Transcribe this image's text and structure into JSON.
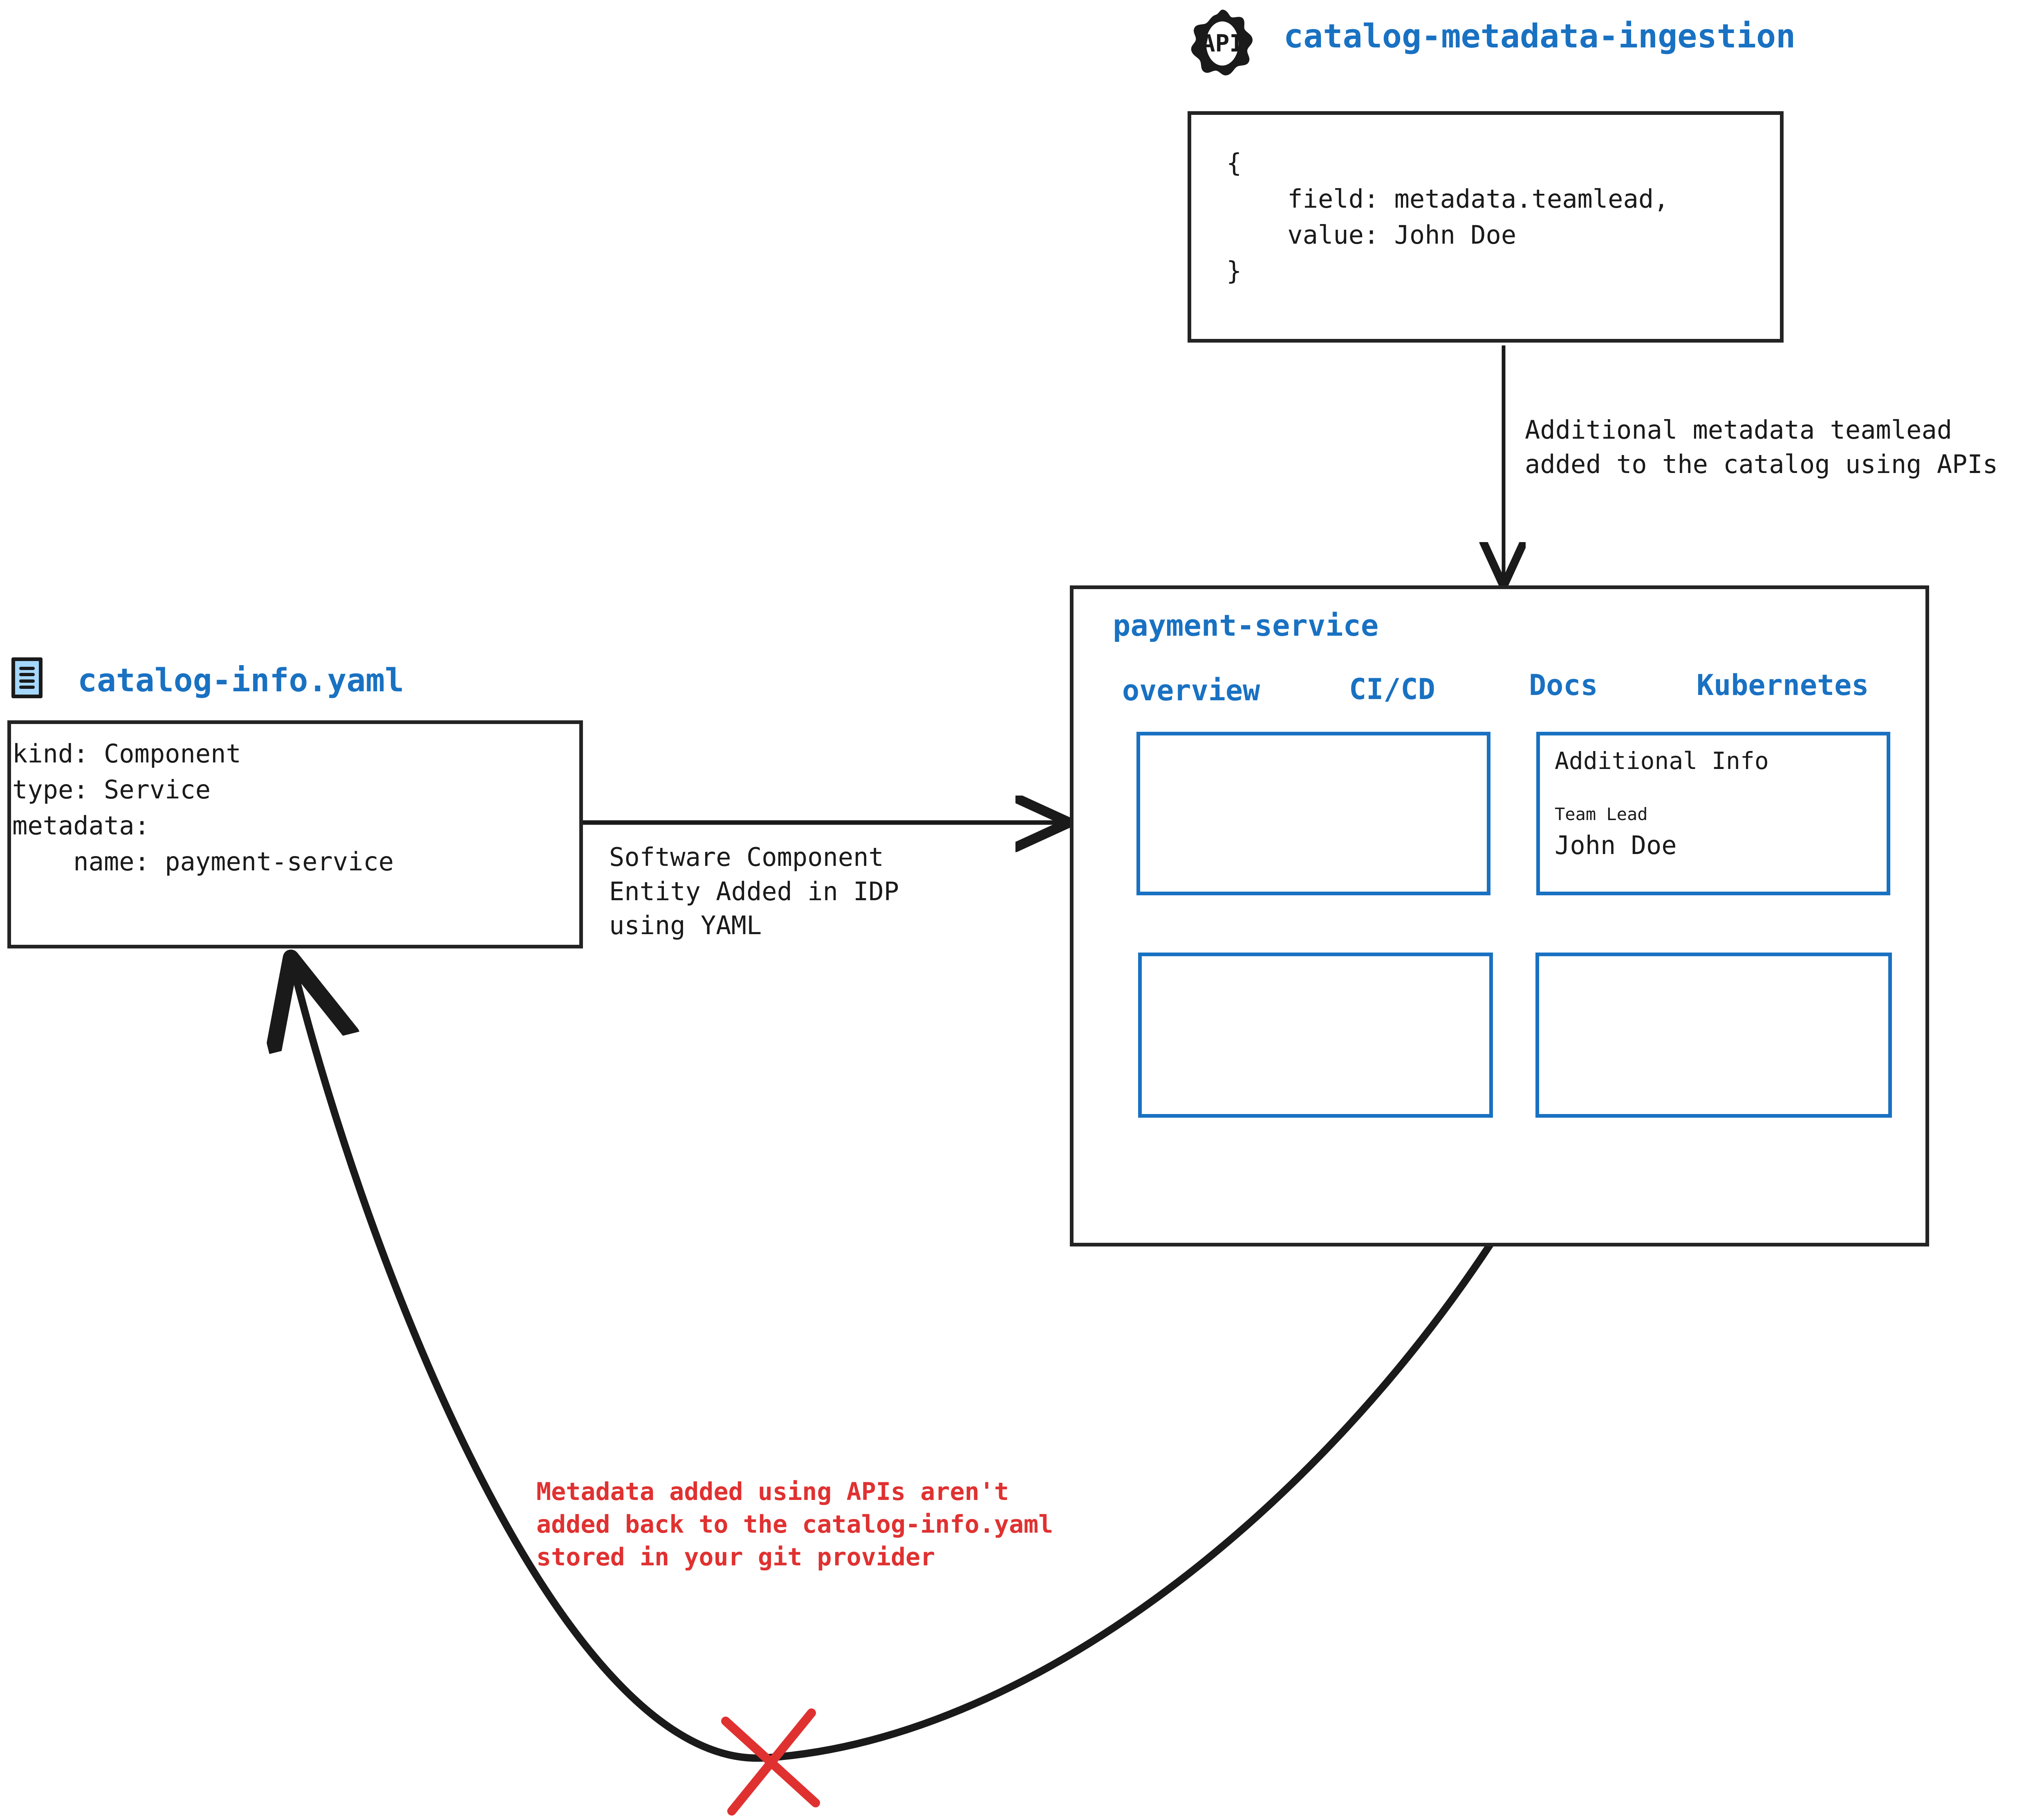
{
  "diagram": {
    "title": "Catalog metadata ingestion vs catalog-info.yaml drift",
    "accent_blue": "#1971c2",
    "ink": "#1a1a1a",
    "warn_red": "#e03131",
    "icon_fill": "#a5d8ff"
  },
  "api_node": {
    "icon_label": "API",
    "icon_name": "api-gear-icon",
    "title": "catalog-metadata-ingestion",
    "payload_lines": [
      "{",
      "    field: metadata.teamlead,",
      "    value: John Doe",
      "}"
    ]
  },
  "api_edge": {
    "label_lines": [
      "Additional metadata teamlead",
      "added to the catalog using APIs"
    ]
  },
  "yaml_node": {
    "icon_name": "yaml-file-icon",
    "title": "catalog-info.yaml",
    "content_lines": [
      "kind: Component",
      "type: Service",
      "metadata:",
      "    name: payment-service"
    ]
  },
  "yaml_edge": {
    "label_lines": [
      "Software Component",
      "Entity Added in IDP",
      "using YAML"
    ]
  },
  "idp_panel": {
    "entity_name": "payment-service",
    "tabs": [
      {
        "label": "overview"
      },
      {
        "label": "CI/CD"
      },
      {
        "label": "Docs"
      },
      {
        "label": "Kubernetes"
      }
    ],
    "cards": [
      {
        "name": "overview-card",
        "title": "",
        "rows": []
      },
      {
        "name": "additional-info-card",
        "title": "Additional Info",
        "rows": [
          {
            "label": "Team Lead",
            "value": "John Doe"
          }
        ]
      },
      {
        "name": "lower-left-card",
        "title": "",
        "rows": []
      },
      {
        "name": "lower-right-card",
        "title": "",
        "rows": []
      }
    ]
  },
  "warning": {
    "mark_name": "red-cross-mark",
    "text_lines": [
      "Metadata added using APIs aren't",
      "added back to the catalog-info.yaml",
      "stored in your git provider"
    ]
  }
}
